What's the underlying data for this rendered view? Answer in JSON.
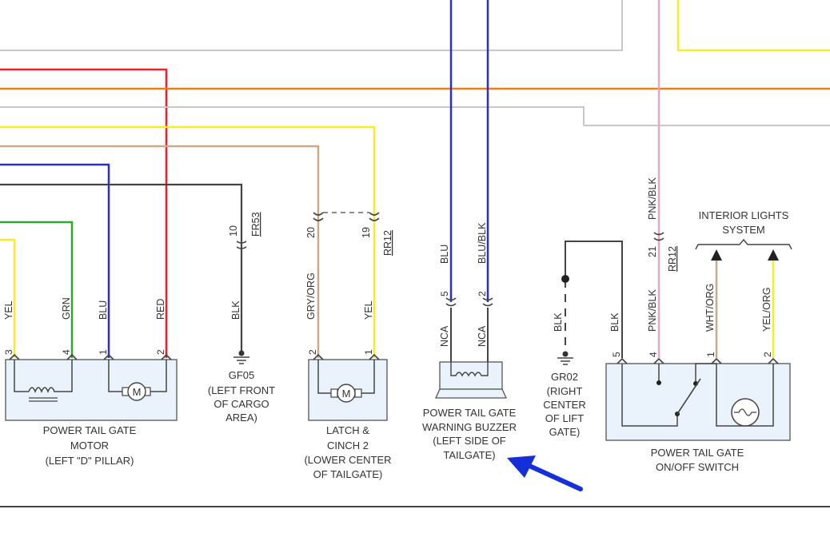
{
  "wires": {
    "yel_left": "YEL",
    "grn": "GRN",
    "blu_motor": "BLU",
    "red": "RED",
    "blk_gf05": "BLK",
    "gry_org": "GRY/ORG",
    "yel_latch": "YEL",
    "blu_buzzer": "BLU",
    "blu_blk": "BLU/BLK",
    "nca_1": "NCA",
    "nca_2": "NCA",
    "blk_gr02": "BLK",
    "blk_switch": "BLK",
    "pnk_blk_upper": "PNK/BLK",
    "pnk_blk_lower": "PNK/BLK",
    "wht_org": "WHT/ORG",
    "yel_org": "YEL/ORG"
  },
  "connectors": {
    "fr53_pin": "10",
    "fr53": "FR53",
    "c20": "20",
    "rr12_pin19": "19",
    "rr12_a": "RR12",
    "rr12_pin21": "21",
    "rr12_b": "RR12"
  },
  "pins": {
    "motor": [
      "3",
      "4",
      "1",
      "2"
    ],
    "latch": [
      "2",
      "1"
    ],
    "buzzer": [
      "5",
      "2"
    ],
    "switch": [
      "5",
      "4",
      "1",
      "2"
    ]
  },
  "components": {
    "motor": [
      "POWER TAIL GATE",
      "MOTOR",
      "(LEFT \"D\" PILLAR)"
    ],
    "gf05": [
      "GF05",
      "(LEFT FRONT",
      "OF CARGO",
      "AREA)"
    ],
    "latch": [
      "LATCH &",
      "CINCH 2",
      "(LOWER CENTER",
      "OF TAILGATE)"
    ],
    "buzzer": [
      "POWER TAIL GATE",
      "WARNING BUZZER",
      "(LEFT SIDE OF",
      "TAILGATE)"
    ],
    "gr02": [
      "GR02",
      "(RIGHT",
      "CENTER",
      "OF LIFT",
      "GATE)"
    ],
    "switch": [
      "POWER TAIL GATE",
      "ON/OFF SWITCH"
    ],
    "interior": [
      "INTERIOR LIGHTS",
      "SYSTEM"
    ]
  },
  "motor_symbol": "M",
  "colors": {
    "yellow": "#f5ec2a",
    "red": "#e8212a",
    "orange": "#f07c12",
    "blue": "#2b2fd1",
    "green": "#2ea82e",
    "tan": "#c9a98a",
    "pink": "#e8a8c4",
    "gray": "#c8c8c8",
    "black": "#444444",
    "arrow": "#1530d8",
    "component_fill": "#eaf3fb"
  }
}
